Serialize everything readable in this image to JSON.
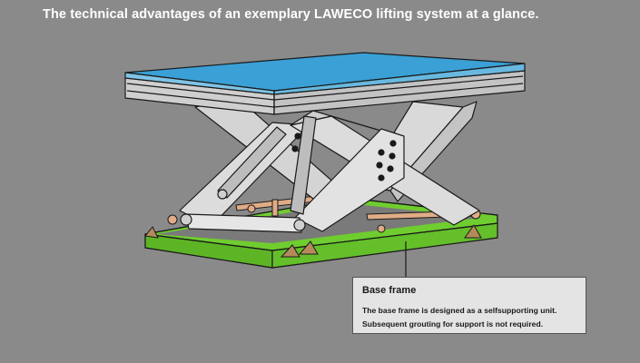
{
  "headline": "The technical advantages of an exemplary LAWECO lifting system at a glance.",
  "callout": {
    "title": "Base frame",
    "lines": [
      "The base frame is designed as a selfsupporting unit.",
      "Subsequent grouting for support is not required."
    ]
  },
  "colors": {
    "background": "#8a8a8a",
    "platform_top": "#3aa0d6",
    "frame_green": "#6fcd2f",
    "scissor_gray": "#dcdcdc",
    "strut_orange": "#e0ac86"
  }
}
